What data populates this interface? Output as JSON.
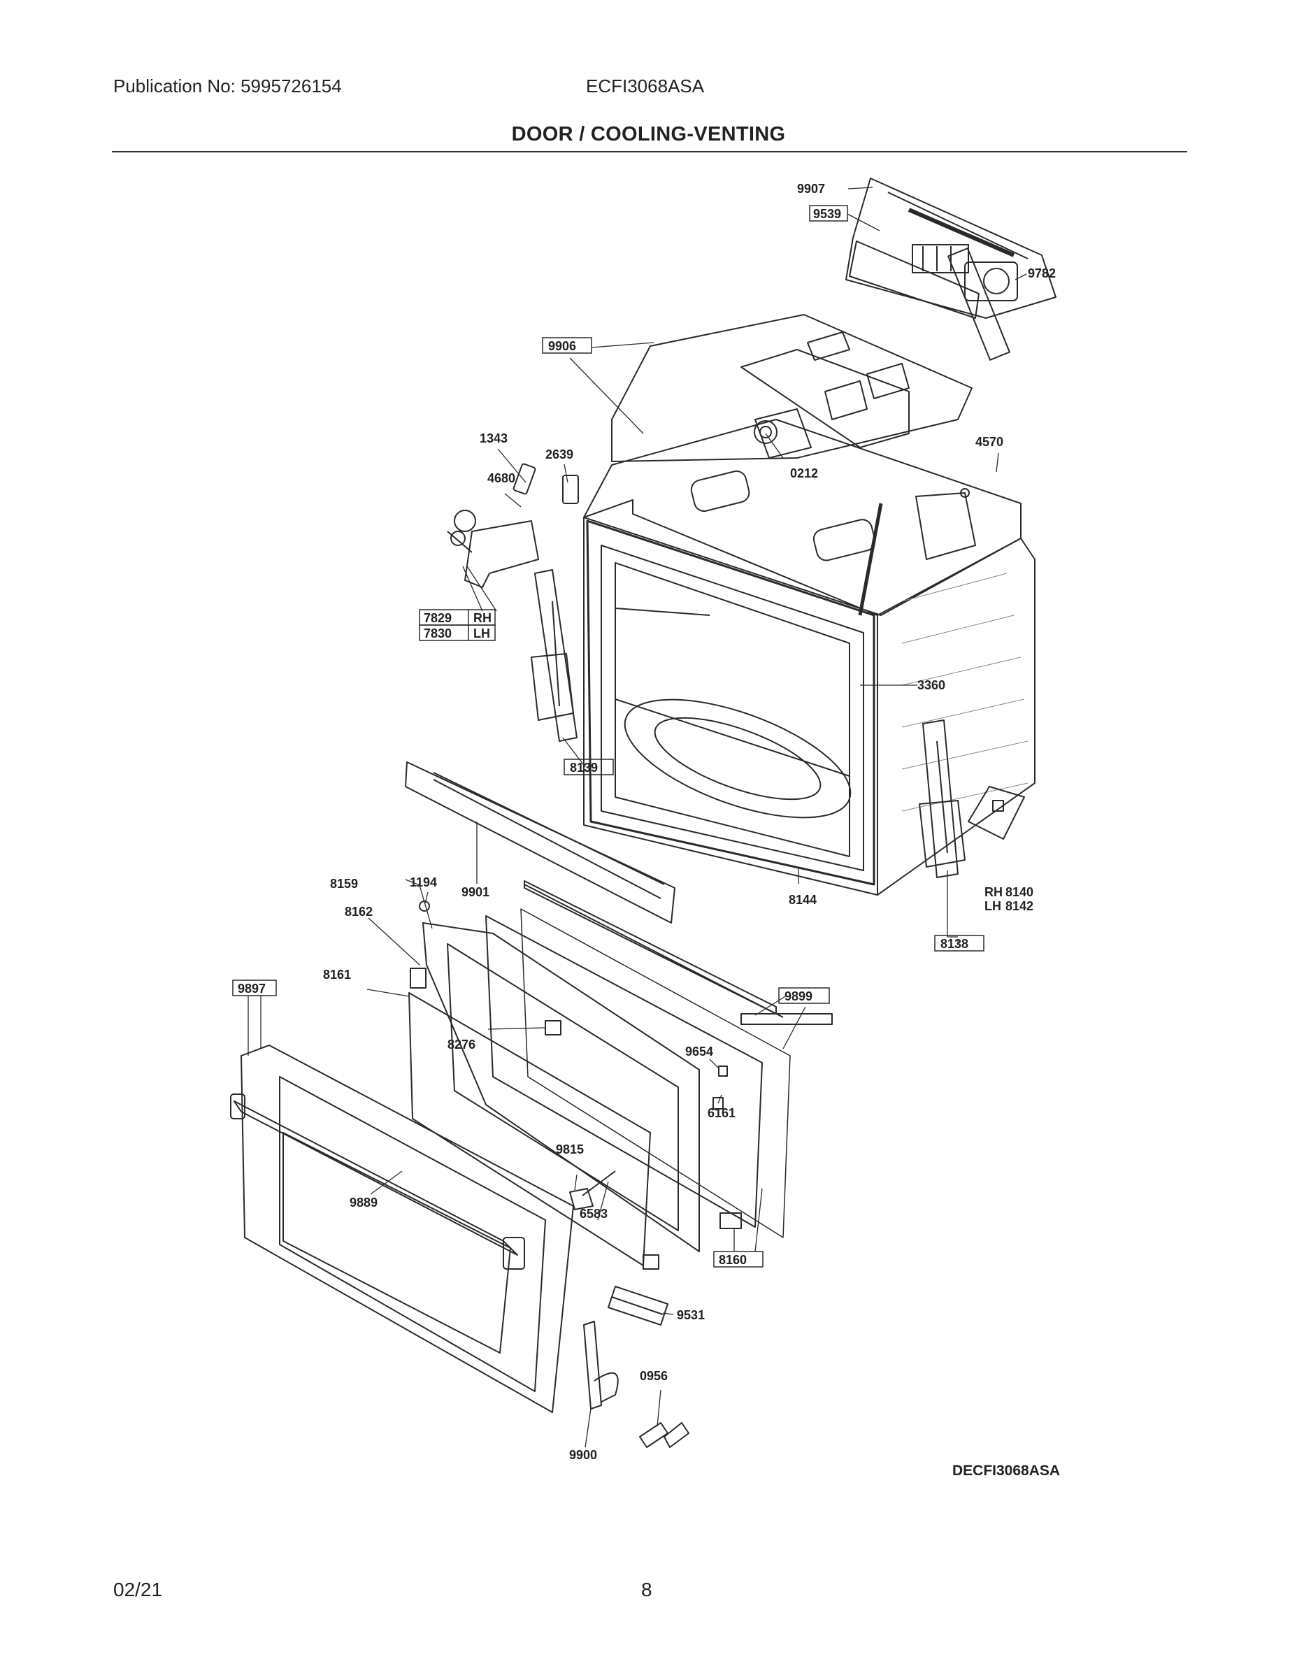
{
  "header": {
    "publication": "Publication No: 5995726154",
    "model": "ECFI3068ASA",
    "section_title": "DOOR / COOLING-VENTING"
  },
  "parts": {
    "p9907": "9907",
    "p9539": "9539",
    "p9906": "9906",
    "p9782": "9782",
    "p1343": "1343",
    "p2639": "2639",
    "p4680": "4680",
    "p0212": "0212",
    "p4570": "4570",
    "p7829": "7829",
    "p7830": "7830",
    "rh": "RH",
    "lh": "LH",
    "p3360": "3360",
    "p8139": "8139",
    "p8159": "8159",
    "p1194": "1194",
    "p9901": "9901",
    "p8144": "8144",
    "p8140": "8140",
    "p8142": "8142",
    "p8162": "8162",
    "p8138": "8138",
    "p8161": "8161",
    "p9897": "9897",
    "p9899": "9899",
    "p8276": "8276",
    "p9654": "9654",
    "p6161": "6161",
    "p9815": "9815",
    "p9889": "9889",
    "p6583": "6583",
    "p8160": "8160",
    "p9531": "9531",
    "p0956": "0956",
    "p9900": "9900"
  },
  "footer": {
    "drawing_id": "DECFI3068ASA",
    "date": "02/21",
    "page": "8"
  }
}
